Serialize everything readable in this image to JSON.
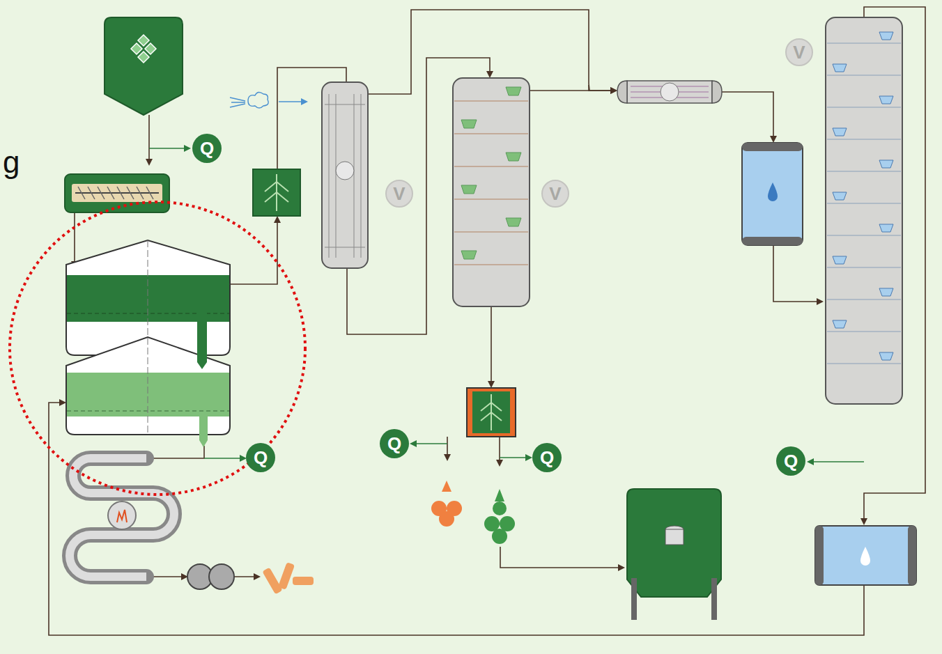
{
  "diagram": {
    "nodes": [
      {
        "text": [
          "V"
        ]
      },
      {
        "text": [
          "Q"
        ]
      },
      {
        "text": [
          "V"
        ]
      },
      {
        "text": [
          "V"
        ]
      },
      {
        "text": [
          "Q"
        ]
      },
      {
        "text": [
          "Q"
        ]
      },
      {
        "text": [
          "Q"
        ]
      },
      {
        "text": [
          "Q"
        ]
      }
    ],
    "labels": [
      "g"
    ]
  }
}
